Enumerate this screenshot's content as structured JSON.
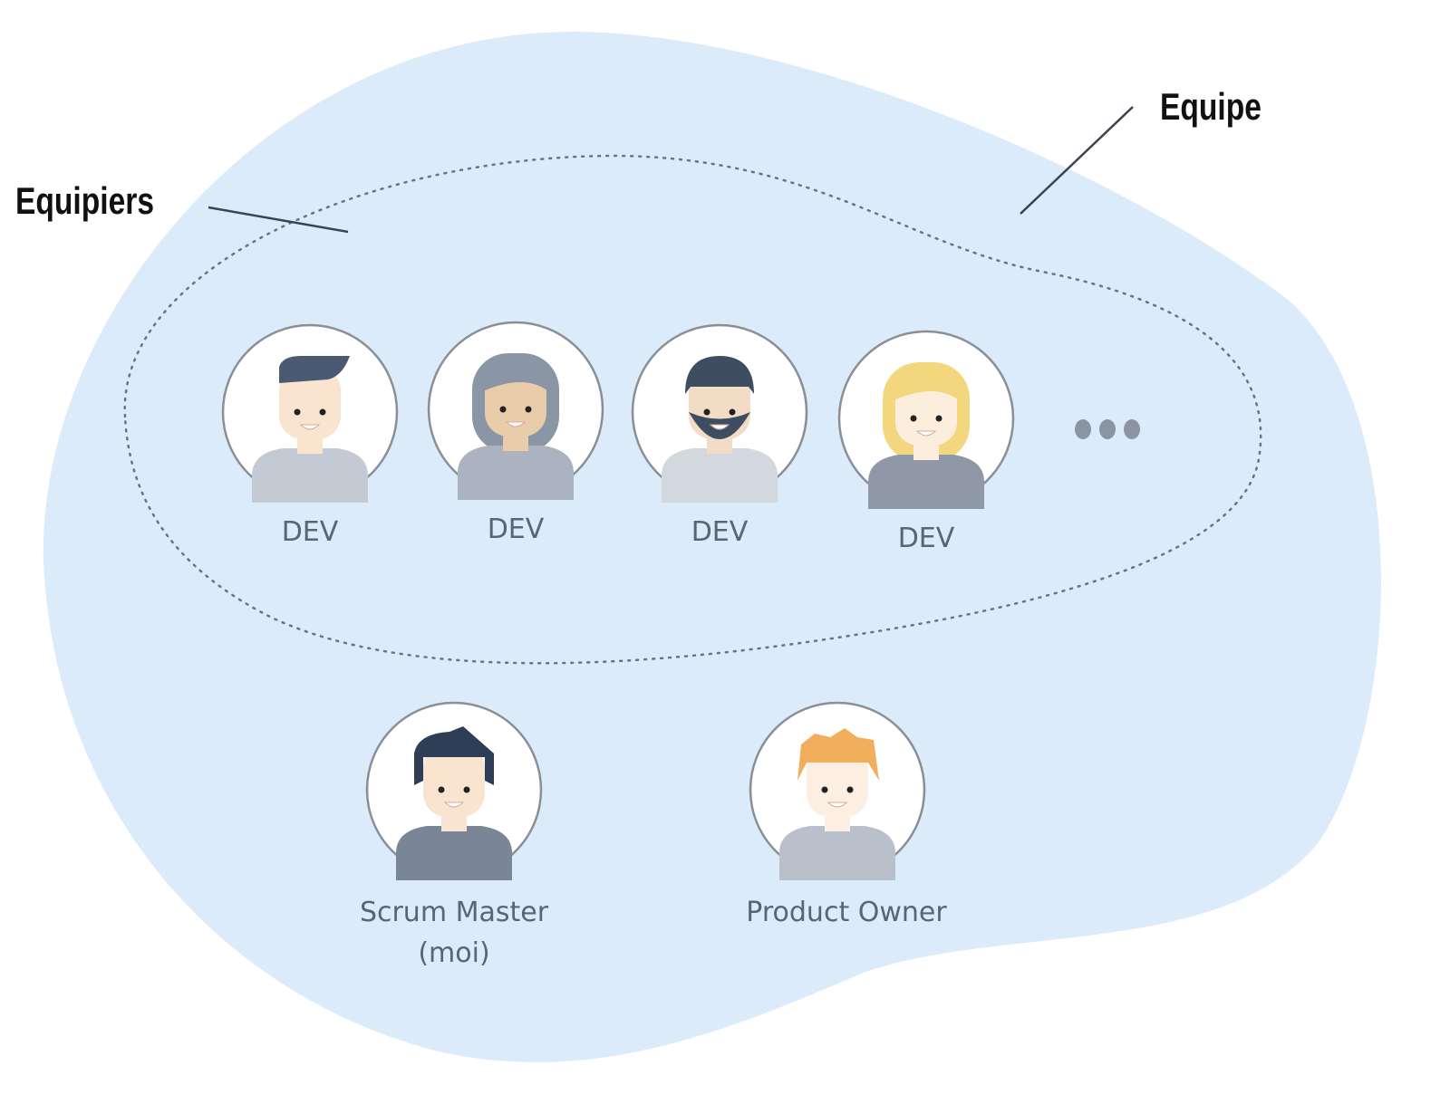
{
  "labels": {
    "team": "Equipe",
    "team_members": "Equipiers"
  },
  "members": [
    {
      "role": "DEV",
      "style": "dev-short-hair"
    },
    {
      "role": "DEV",
      "style": "dev-long-hair"
    },
    {
      "role": "DEV",
      "style": "dev-beard"
    },
    {
      "role": "DEV",
      "style": "dev-blonde"
    }
  ],
  "more_indicator": "more-dots-icon",
  "others": [
    {
      "role": "Scrum Master",
      "note": "(moi)"
    },
    {
      "role": "Product Owner"
    }
  ],
  "colors": {
    "team_blob": "#dcebfa",
    "skin": "#f7e3cf",
    "dark_hair": "#4a5a72",
    "grey": "#b9c0cb"
  }
}
